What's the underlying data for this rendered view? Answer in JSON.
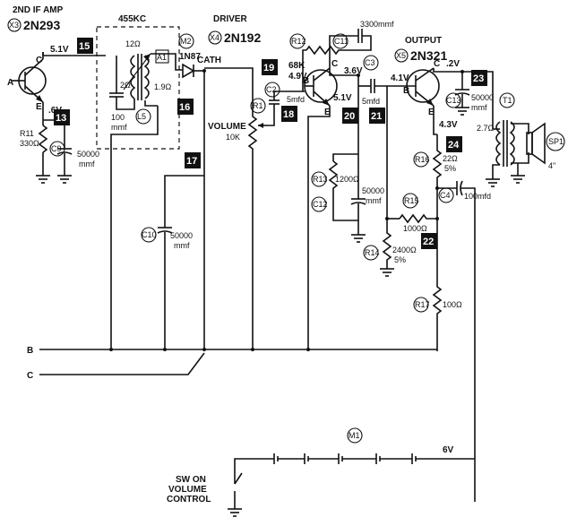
{
  "stage_x3": {
    "title": "2ND IF AMP",
    "ref": "X3",
    "part": "2N293"
  },
  "stage_x4": {
    "title": "DRIVER",
    "ref": "X4",
    "part": "2N192"
  },
  "stage_x5": {
    "title": "OUTPUT",
    "ref": "X5",
    "part": "2N321"
  },
  "if_can": {
    "label": "455KC",
    "a1": "A1",
    "l5": "L5",
    "r1": "12Ω",
    "r2": "1.9Ω",
    "c_small": "2Ω",
    "c_val": "100",
    "c_unit": "mmf"
  },
  "diode": {
    "ref": "M2",
    "part": "1N87",
    "cath": "CATH"
  },
  "volume": {
    "ref": "R1",
    "label": "VOLUME",
    "value": "10K"
  },
  "battery": {
    "ref": "M1",
    "voltage": "6V"
  },
  "switch": {
    "line1": "SW ON",
    "line2": "VOLUME",
    "line3": "CONTROL"
  },
  "test_points": [
    "15",
    "13",
    "16",
    "17",
    "18",
    "19",
    "20",
    "21",
    "23",
    "24",
    "22"
  ],
  "voltages": {
    "tp15": "5.1V",
    "x3_e": ".6V",
    "x4_c": "4.9V",
    "x4_c2": "3.6V",
    "x4_e": "5.1V",
    "x5_b": "4.1V",
    "x5_c": ".2V",
    "x5_e": "4.3V"
  },
  "transistor_pins": {
    "c": "C",
    "b": "B",
    "e": "E"
  },
  "nodes": {
    "a": "A",
    "b": "B",
    "c": "C"
  },
  "components": {
    "r11": "R11",
    "r11_val": "330Ω",
    "c9": "C9",
    "c9_val": "50000",
    "c9_unit": "mmf",
    "c10": "C10",
    "c10_val": "50000",
    "c10_unit": "mmf",
    "c2": "C2",
    "c2_val": "5mfd",
    "r12": "R12",
    "r12_val": "68K",
    "c11": "C11",
    "c11_val": "3300mmf",
    "c3": "C3",
    "c3_val": "5mfd",
    "r13": "R13",
    "r13_val": "1200Ω",
    "c12": "C12",
    "c12_val": "50000",
    "c12_unit": "mmf",
    "r14": "R14",
    "r14_val": "2400Ω",
    "r14_tol": "5%",
    "r15": "R15",
    "r15_val": "1000Ω",
    "r16": "R16",
    "r16_val": "22Ω",
    "r16_tol": "5%",
    "c4": "C4",
    "c4_val": "100mfd",
    "c13": "C13",
    "c13_val": "50000",
    "c13_unit": "mmf",
    "t1": "T1",
    "t1_val": "2.7Ω",
    "sp1": "SP1",
    "sp1_size": "4\"",
    "r17": "R17",
    "r17_val": "100Ω"
  }
}
